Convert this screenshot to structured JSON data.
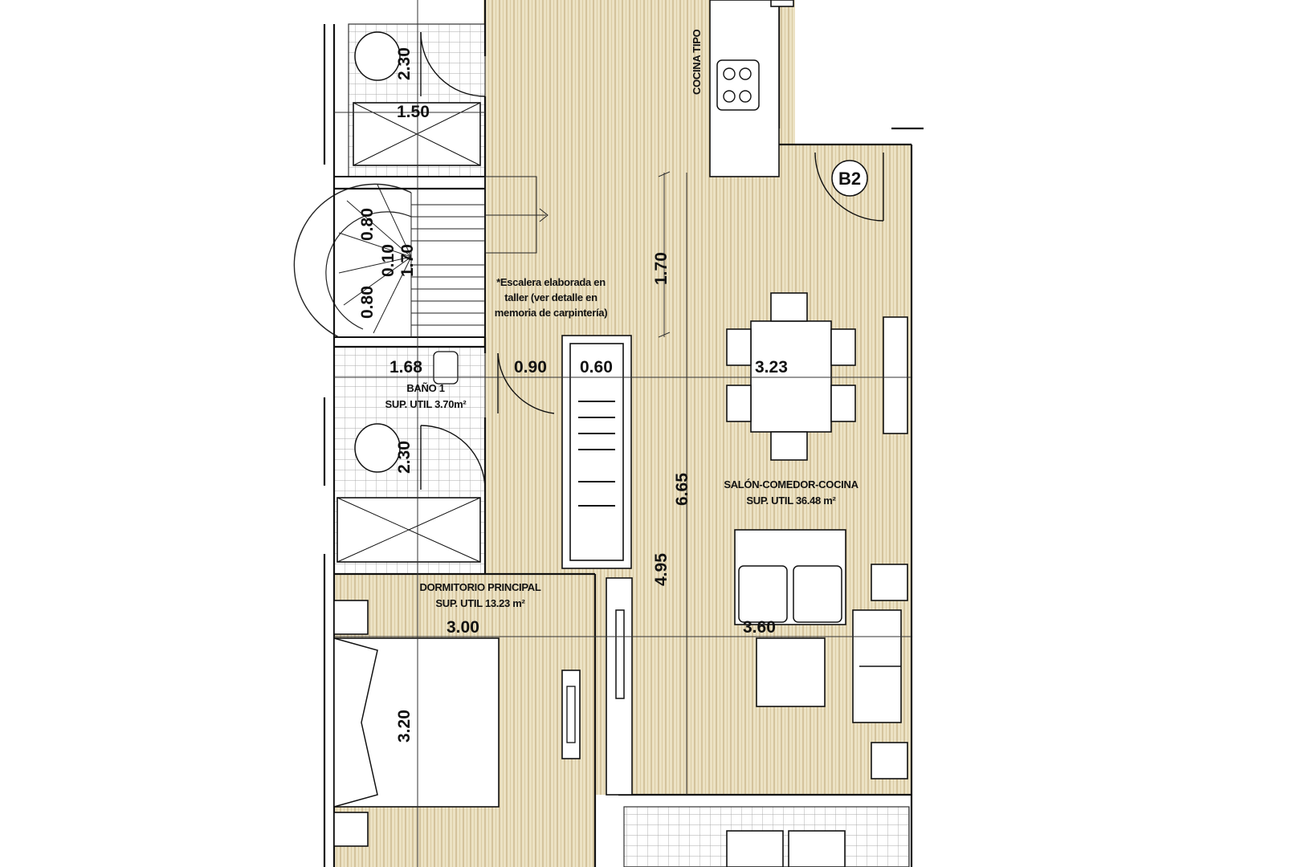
{
  "unit_tag": "B2",
  "colors": {
    "wood_floor": "#ece2c4",
    "wood_grain": "#c9b68a",
    "tile_grid": "#a9a9a9",
    "wall": "#111111"
  },
  "rooms": {
    "kitchen_label": "COCINA TIPO",
    "bath1_name": "BAÑO 1",
    "bath1_area": "SUP. UTIL 3.70m²",
    "living_name": "SALÓN-COMEDOR-COCINA",
    "living_area": "SUP. UTIL 36.48 m²",
    "master_name": "DORMITORIO PRINCIPAL",
    "master_area": "SUP. UTIL 13.23 m²"
  },
  "stair_note": {
    "line1": "*Escalera elaborada en",
    "line2": "taller (ver detalle en",
    "line3": "memoria de carpintería)"
  },
  "dimensions": {
    "bath_top_height": "2.30",
    "bath_top_width": "1.50",
    "stair_a": "0.80",
    "stair_b": "0.10",
    "stair_c": "1.70",
    "stair_d": "0.80",
    "corridor_height": "1.70",
    "bath1_width": "1.68",
    "passage_width": "0.90",
    "closet_width": "0.60",
    "dining_width": "3.23",
    "bath1_height": "2.30",
    "living_height": "6.65",
    "hall_height": "4.95",
    "master_width": "3.00",
    "living_width": "3.60",
    "master_height": "3.20"
  }
}
